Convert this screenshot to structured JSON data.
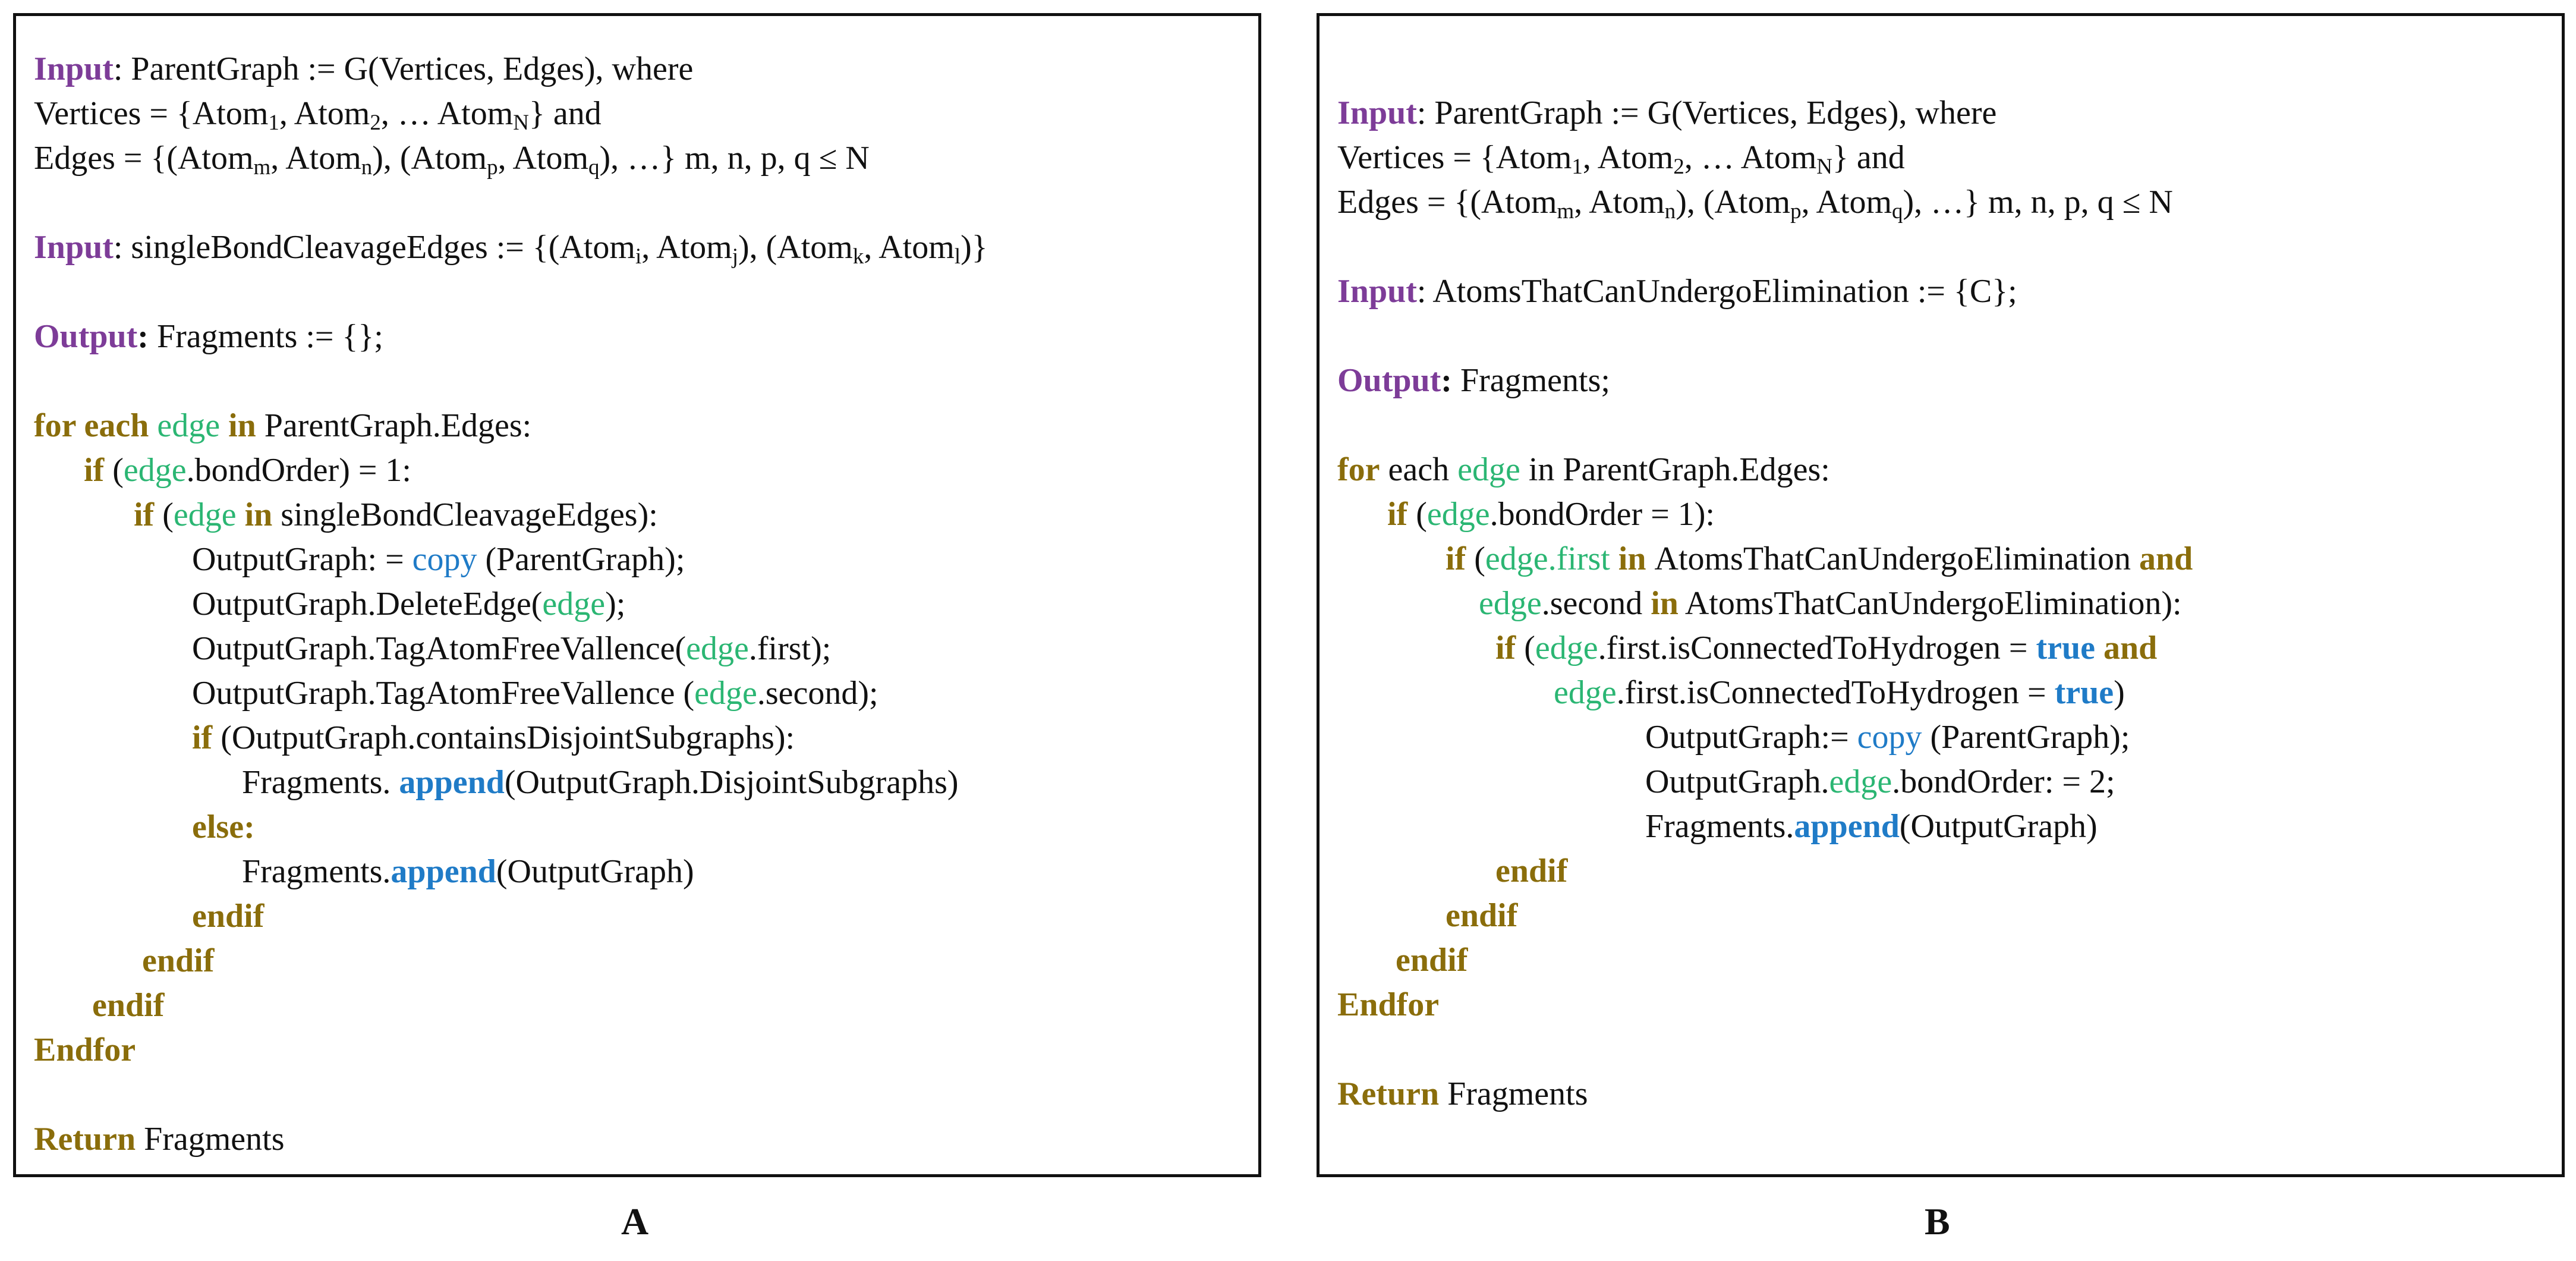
{
  "panel_a": {
    "label": "A",
    "lines": [
      [
        {
          "t": "Input",
          "c": "kw-input"
        },
        {
          "t": ": ParentGraph := G(Vertices, Edges), where"
        }
      ],
      [
        {
          "t": "Vertices = {Atom"
        },
        {
          "t": "1",
          "c": "sub"
        },
        {
          "t": ", Atom"
        },
        {
          "t": "2",
          "c": "sub"
        },
        {
          "t": ", … Atom"
        },
        {
          "t": "N",
          "c": "sub"
        },
        {
          "t": "} and"
        }
      ],
      [
        {
          "t": "Edges = {(Atom"
        },
        {
          "t": "m",
          "c": "sub"
        },
        {
          "t": ", Atom"
        },
        {
          "t": "n",
          "c": "sub"
        },
        {
          "t": "), (Atom"
        },
        {
          "t": "p",
          "c": "sub"
        },
        {
          "t": ", Atom"
        },
        {
          "t": "q",
          "c": "sub"
        },
        {
          "t": "), …} m, n, p, q ≤ N"
        }
      ],
      [],
      [
        {
          "t": "Input",
          "c": "kw-input"
        },
        {
          "t": ": singleBondCleavageEdges := {(Atom"
        },
        {
          "t": "i",
          "c": "sub"
        },
        {
          "t": ", Atom"
        },
        {
          "t": "j",
          "c": "sub"
        },
        {
          "t": "), (Atom"
        },
        {
          "t": "k",
          "c": "sub"
        },
        {
          "t": ", Atom"
        },
        {
          "t": "l",
          "c": "sub"
        },
        {
          "t": ")}"
        }
      ],
      [],
      [
        {
          "t": "Output",
          "c": "kw-output"
        },
        {
          "t": ":",
          "c": "bold"
        },
        {
          "t": " Fragments := {};"
        }
      ],
      [],
      [
        {
          "t": "for each ",
          "c": "kw-ctrl"
        },
        {
          "t": "edge",
          "c": "var"
        },
        {
          "t": " in ",
          "c": "kw-ctrl"
        },
        {
          "t": "ParentGraph.Edges:"
        }
      ],
      [
        {
          "t": "      "
        },
        {
          "t": "if",
          "c": "kw-ctrl"
        },
        {
          "t": " ("
        },
        {
          "t": "edge",
          "c": "var"
        },
        {
          "t": ".bondOrder) = 1:"
        }
      ],
      [
        {
          "t": "            "
        },
        {
          "t": "if",
          "c": "kw-ctrl"
        },
        {
          "t": " ("
        },
        {
          "t": "edge",
          "c": "var"
        },
        {
          "t": " in ",
          "c": "kw-ctrl"
        },
        {
          "t": "singleBondCleavageEdges):"
        }
      ],
      [
        {
          "t": "                   OutputGraph: = "
        },
        {
          "t": "copy",
          "c": "fn-light"
        },
        {
          "t": " (ParentGraph);"
        }
      ],
      [
        {
          "t": "                   OutputGraph.DeleteEdge("
        },
        {
          "t": "edge",
          "c": "var"
        },
        {
          "t": ");"
        }
      ],
      [
        {
          "t": "                   OutputGraph.TagAtomFreeVallence("
        },
        {
          "t": "edge",
          "c": "var"
        },
        {
          "t": ".first);"
        }
      ],
      [
        {
          "t": "                   OutputGraph.TagAtomFreeVallence ("
        },
        {
          "t": "edge",
          "c": "var"
        },
        {
          "t": ".second);"
        }
      ],
      [
        {
          "t": "                   "
        },
        {
          "t": "if",
          "c": "kw-ctrl"
        },
        {
          "t": " (OutputGraph.containsDisjointSubgraphs):"
        }
      ],
      [
        {
          "t": "                         Fragments. "
        },
        {
          "t": "append",
          "c": "fn"
        },
        {
          "t": "(OutputGraph.DisjointSubgraphs)"
        }
      ],
      [
        {
          "t": "                   "
        },
        {
          "t": "else:",
          "c": "kw-ctrl"
        }
      ],
      [
        {
          "t": "                         Fragments."
        },
        {
          "t": "append",
          "c": "fn"
        },
        {
          "t": "(OutputGraph)"
        }
      ],
      [
        {
          "t": "                   "
        },
        {
          "t": "endif",
          "c": "kw-ctrl"
        }
      ],
      [
        {
          "t": "             "
        },
        {
          "t": "endif",
          "c": "kw-ctrl"
        }
      ],
      [
        {
          "t": "       "
        },
        {
          "t": "endif",
          "c": "kw-ctrl"
        }
      ],
      [
        {
          "t": "Endfor",
          "c": "kw-ctrl"
        }
      ],
      [],
      [
        {
          "t": "Return",
          "c": "kw-ctrl"
        },
        {
          "t": " Fragments"
        }
      ]
    ]
  },
  "panel_b": {
    "label": "B",
    "lines": [
      [
        {
          "t": "Input",
          "c": "kw-input"
        },
        {
          "t": ": ParentGraph := G(Vertices, Edges), where"
        }
      ],
      [
        {
          "t": "Vertices = {Atom"
        },
        {
          "t": "1",
          "c": "sub"
        },
        {
          "t": ", Atom"
        },
        {
          "t": "2",
          "c": "sub"
        },
        {
          "t": ", … Atom"
        },
        {
          "t": "N",
          "c": "sub"
        },
        {
          "t": "} and"
        }
      ],
      [
        {
          "t": "Edges = {(Atom"
        },
        {
          "t": "m",
          "c": "sub"
        },
        {
          "t": ", Atom"
        },
        {
          "t": "n",
          "c": "sub"
        },
        {
          "t": "), (Atom"
        },
        {
          "t": "p",
          "c": "sub"
        },
        {
          "t": ", Atom"
        },
        {
          "t": "q",
          "c": "sub"
        },
        {
          "t": "), …} m, n, p, q ≤ N"
        }
      ],
      [],
      [
        {
          "t": "Input",
          "c": "kw-input"
        },
        {
          "t": ": AtomsThatCanUndergoElimination := {C};"
        }
      ],
      [],
      [
        {
          "t": "Output",
          "c": "kw-output"
        },
        {
          "t": ":",
          "c": "bold"
        },
        {
          "t": " Fragments;"
        }
      ],
      [],
      [
        {
          "t": "for",
          "c": "kw-ctrl"
        },
        {
          "t": " each "
        },
        {
          "t": "edge",
          "c": "var"
        },
        {
          "t": " in ParentGraph.Edges:"
        }
      ],
      [
        {
          "t": "      "
        },
        {
          "t": "if",
          "c": "kw-ctrl"
        },
        {
          "t": " ("
        },
        {
          "t": "edge",
          "c": "var"
        },
        {
          "t": ".bondOrder = 1):"
        }
      ],
      [
        {
          "t": "             "
        },
        {
          "t": "if",
          "c": "kw-ctrl"
        },
        {
          "t": " ("
        },
        {
          "t": "edge.first",
          "c": "var"
        },
        {
          "t": " in ",
          "c": "kw-ctrl"
        },
        {
          "t": "AtomsThatCanUndergoElimination "
        },
        {
          "t": "and",
          "c": "kw-ctrl"
        }
      ],
      [
        {
          "t": "                 "
        },
        {
          "t": "edge",
          "c": "var"
        },
        {
          "t": ".second "
        },
        {
          "t": "in",
          "c": "kw-ctrl"
        },
        {
          "t": " AtomsThatCanUndergoElimination):"
        }
      ],
      [
        {
          "t": "                   "
        },
        {
          "t": "if",
          "c": "kw-ctrl"
        },
        {
          "t": " ("
        },
        {
          "t": "edge",
          "c": "var"
        },
        {
          "t": ".first.isConnectedToHydrogen = "
        },
        {
          "t": "true",
          "c": "fn"
        },
        {
          "t": " "
        },
        {
          "t": "and",
          "c": "kw-ctrl"
        }
      ],
      [
        {
          "t": "                          "
        },
        {
          "t": "edge",
          "c": "var"
        },
        {
          "t": ".first.isConnectedToHydrogen = "
        },
        {
          "t": "true",
          "c": "fn"
        },
        {
          "t": ")"
        }
      ],
      [
        {
          "t": "                                     OutputGraph:= "
        },
        {
          "t": "copy",
          "c": "fn-light"
        },
        {
          "t": " (ParentGraph);"
        }
      ],
      [
        {
          "t": "                                     OutputGraph."
        },
        {
          "t": "edge",
          "c": "var"
        },
        {
          "t": ".bondOrder: = 2;"
        }
      ],
      [
        {
          "t": "                                     Fragments."
        },
        {
          "t": "append",
          "c": "fn"
        },
        {
          "t": "(OutputGraph)"
        }
      ],
      [
        {
          "t": "                   "
        },
        {
          "t": "endif",
          "c": "kw-ctrl"
        }
      ],
      [
        {
          "t": "             "
        },
        {
          "t": "endif",
          "c": "kw-ctrl"
        }
      ],
      [
        {
          "t": "       "
        },
        {
          "t": "endif",
          "c": "kw-ctrl"
        }
      ],
      [
        {
          "t": "Endfor",
          "c": "kw-ctrl"
        }
      ],
      [],
      [
        {
          "t": "Return",
          "c": "kw-ctrl"
        },
        {
          "t": " Fragments"
        }
      ]
    ]
  }
}
